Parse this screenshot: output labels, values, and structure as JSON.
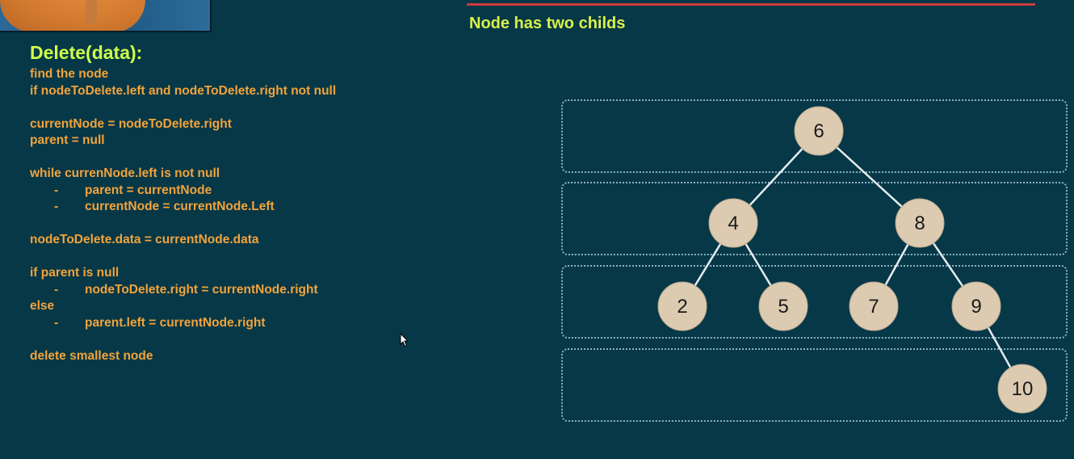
{
  "left_panel": {
    "title": "Delete(data):",
    "lines": [
      {
        "text": "find the node"
      },
      {
        "text": "if nodeToDelete.left and nodeToDelete.right not null"
      },
      {
        "text": ""
      },
      {
        "text": "currentNode = nodeToDelete.right"
      },
      {
        "text": "parent = null"
      },
      {
        "text": ""
      },
      {
        "text": "while currenNode.left is not null"
      },
      {
        "bullet": "-",
        "text": "parent = currentNode"
      },
      {
        "bullet": "-",
        "text": "currentNode = currentNode.Left"
      },
      {
        "text": ""
      },
      {
        "text": "nodeToDelete.data = currentNode.data"
      },
      {
        "text": ""
      },
      {
        "text": "if parent is null"
      },
      {
        "bullet": "-",
        "text": "nodeToDelete.right = currentNode.right"
      },
      {
        "text": "else"
      },
      {
        "bullet": "-",
        "text": "parent.left = currentNode.right"
      },
      {
        "text": ""
      },
      {
        "text": "delete smallest node"
      }
    ]
  },
  "right_panel": {
    "title": "Node has two childs"
  },
  "tree": {
    "nodes": [
      {
        "id": "n6",
        "label": "6"
      },
      {
        "id": "n4",
        "label": "4"
      },
      {
        "id": "n8",
        "label": "8"
      },
      {
        "id": "n2",
        "label": "2"
      },
      {
        "id": "n5",
        "label": "5"
      },
      {
        "id": "n7",
        "label": "7"
      },
      {
        "id": "n9",
        "label": "9"
      },
      {
        "id": "n10",
        "label": "10"
      }
    ],
    "edges": [
      [
        "n6",
        "n4"
      ],
      [
        "n6",
        "n8"
      ],
      [
        "n4",
        "n2"
      ],
      [
        "n4",
        "n5"
      ],
      [
        "n8",
        "n7"
      ],
      [
        "n8",
        "n9"
      ],
      [
        "n9",
        "n10"
      ]
    ]
  },
  "colors": {
    "background": "#063847",
    "title": "#cfff4a",
    "code_text": "#f3a33b",
    "node_fill": "#dccbb1",
    "rule": "#cc3b3b"
  }
}
